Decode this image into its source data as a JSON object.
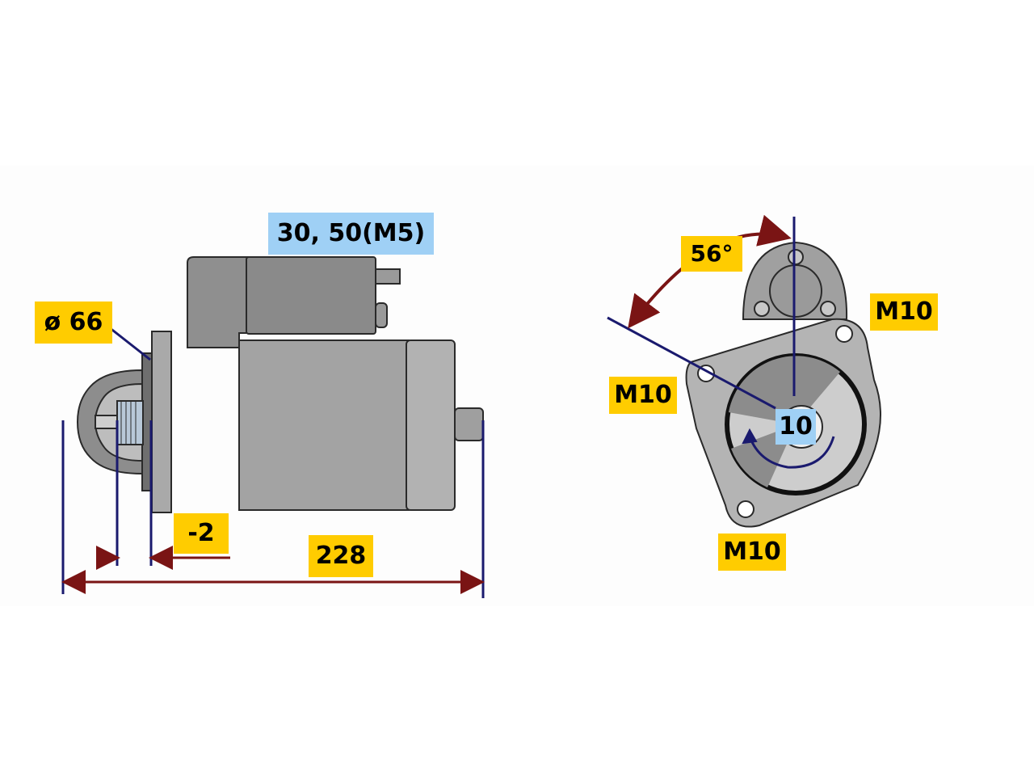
{
  "labels": {
    "terminal_spec": "30, 50(M5)",
    "pinion_diameter": "ø 66",
    "offset": "-2",
    "overall_length": "228",
    "angle": "56°",
    "bolt_top_right": "M10",
    "bolt_left": "M10",
    "bolt_bottom": "M10",
    "teeth_count": "10"
  },
  "colors": {
    "label_yellow": "#ffcc00",
    "label_blue": "#9fd0f5",
    "body_gray": "#a3a3a3",
    "dark_gray": "#8a8a8a",
    "outline": "#2a2a2a",
    "dimension_line": "#1a1a6e",
    "arrow_red": "#7a1414"
  }
}
